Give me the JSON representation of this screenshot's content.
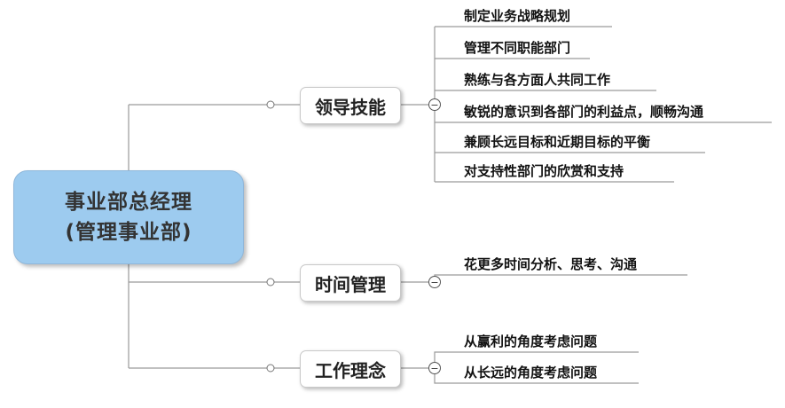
{
  "root": {
    "line1": "事业部总经理",
    "line2": "(管理事业部)"
  },
  "branches": [
    {
      "label": "领导技能",
      "items": [
        "制定业务战略规划",
        "管理不同职能部门",
        "熟练与各方面人共同工作",
        "敏锐的意识到各部门的利益点，顺畅沟通",
        "兼顾长远目标和近期目标的平衡",
        "对支持性部门的欣赏和支持"
      ]
    },
    {
      "label": "时间管理",
      "items": [
        "花更多时间分析、思考、沟通"
      ]
    },
    {
      "label": "工作理念",
      "items": [
        "从赢利的角度考虑问题",
        "从长远的角度考虑问题"
      ]
    }
  ],
  "icons": {
    "collapse": "minus-circle-icon",
    "connector": "connector-dot-icon"
  },
  "colors": {
    "root_fill": "#9dcbef",
    "line": "#9a9a9a"
  }
}
